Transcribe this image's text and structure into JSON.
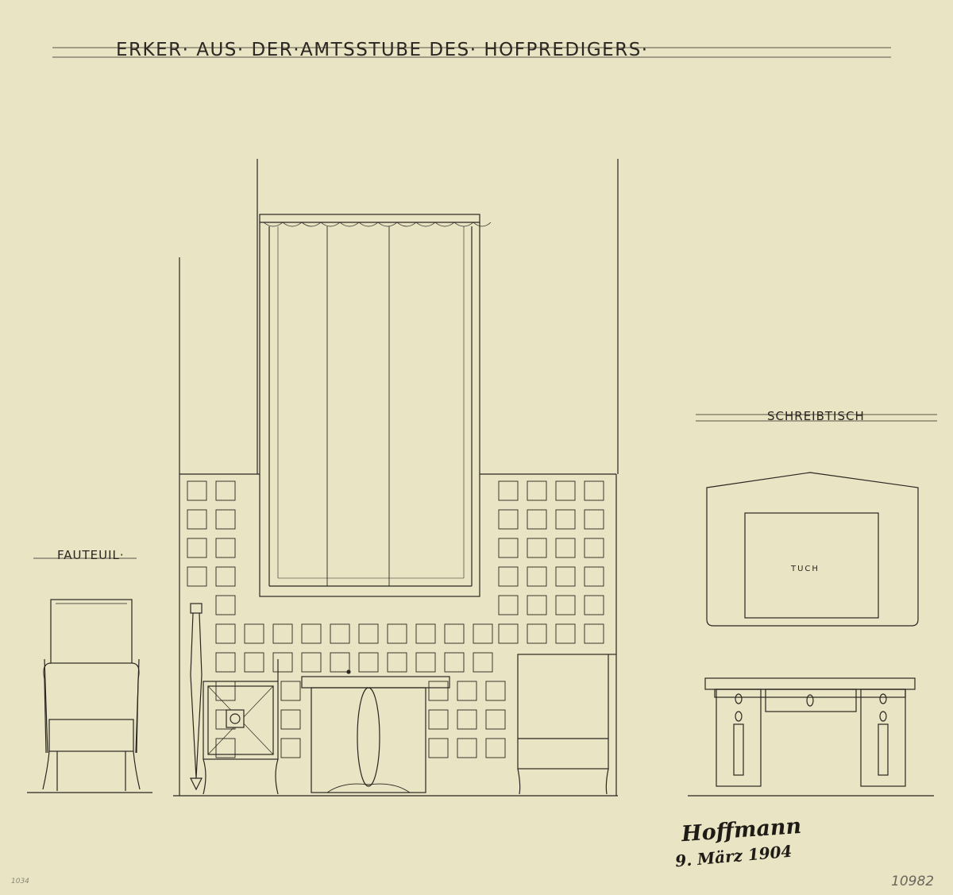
{
  "drawing": {
    "title": "ERKER· AUS· DER·AMTSSTUBE DES· HOFPREDIGERS·",
    "labels": {
      "fauteuil": "FAUTEUIL·",
      "desk": "SCHREIBTISCH",
      "cloth": "TUCH"
    },
    "signature": {
      "name": "Hoffmann",
      "date": "9. März 1904"
    },
    "inventory_number": "10982",
    "corner_mark": "1034"
  },
  "colors": {
    "paper": "#e8e4c4",
    "ink": "#2a2620",
    "pencil": "#6a665a"
  }
}
